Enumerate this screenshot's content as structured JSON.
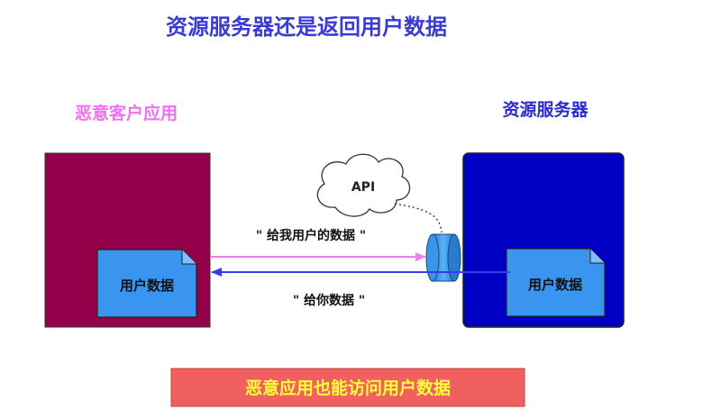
{
  "title": "资源服务器还是返回用户数据",
  "client_label": "恶意客户应用",
  "server_label": "资源服务器",
  "cloud_label": "API",
  "client_doc_label": "用户数据",
  "server_doc_label": "用户数据",
  "request_label": "\" 给我用户的数据 \"",
  "response_label": "\" 给你数据 \"",
  "bottom_banner": "恶意应用也能访问用户数据",
  "colors": {
    "title": "#3a3ad6",
    "client_label": "#f070f0",
    "server_label": "#2a2ad0",
    "client_box": "#95004a",
    "server_box": "#0000c4",
    "doc_fill": "#3a95f0",
    "request_arrow": "#f080f0",
    "response_arrow": "#3a3af0",
    "banner_fill": "#f06060",
    "banner_text": "#ffff3a"
  }
}
